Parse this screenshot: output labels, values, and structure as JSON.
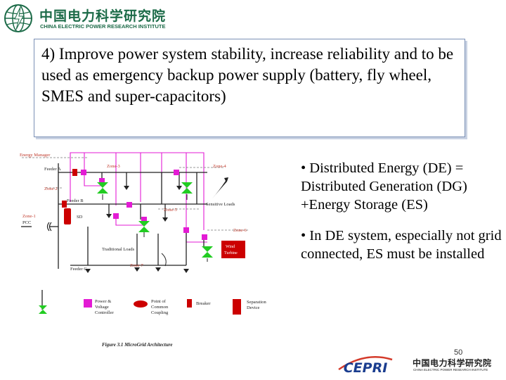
{
  "header": {
    "org_name_cn": "中国电力科学研究院",
    "org_name_en": "CHINA ELECTRIC POWER RESEARCH INSTITUTE",
    "logo_icon": "globe-lightning-icon",
    "brand_color": "#1c6b48"
  },
  "callout": {
    "text": "4) Improve power system stability, increase reliability and to be used as emergency backup power supply (battery, fly wheel, SMES and super-capacitors)"
  },
  "diagram": {
    "top_left_label": "Energy Manager",
    "labels": {
      "feeder_a": "Feeder A",
      "feeder_b": "Feeder B",
      "feeder_c": "Feeder C",
      "zone1": "Zone-1",
      "pcc": "PCC",
      "zone2": "Zone-2",
      "zone3": "Zone-3",
      "zone4": "Zone-4",
      "zone5": "Zone-5",
      "zone6": "Zone-6",
      "zone7": "Zone-7",
      "sd": "SD",
      "sensitive_loads": "Sensitive Loads",
      "traditional_loads": "Traditional Loads",
      "wind_turbine_1": "Wind",
      "wind_turbine_2": "Turbine",
      "legend_power_1": "Power &",
      "legend_power_2": "Voltage",
      "legend_power_3": "Controller",
      "legend_pcc_1": "Point of",
      "legend_pcc_2": "Common",
      "legend_pcc_3": "Coupling",
      "legend_breaker": "Breaker",
      "legend_sep_1": "Separation",
      "legend_sep_2": "Device",
      "caption": "Figure 3.1 MicroGrid Architecture"
    },
    "colors": {
      "controller": "#e31bd4",
      "breaker": "#cc0000",
      "source": "#22cc22",
      "line": "#222222",
      "wind": "#cc0000"
    }
  },
  "bullets": [
    "• Distributed Energy (DE) = Distributed Generation (DG) +Energy Storage (ES)",
    "• In DE system, especially not grid connected, ES must be installed"
  ],
  "footer": {
    "page_number": "50",
    "brand": "CEPRI",
    "org_name_cn": "中国电力科学研究院",
    "org_name_en": "CHINA ELECTRIC POWER RESEARCH INSTITUTE",
    "brand_color": "#1a3d8f",
    "accent_color": "#d43a2a"
  }
}
